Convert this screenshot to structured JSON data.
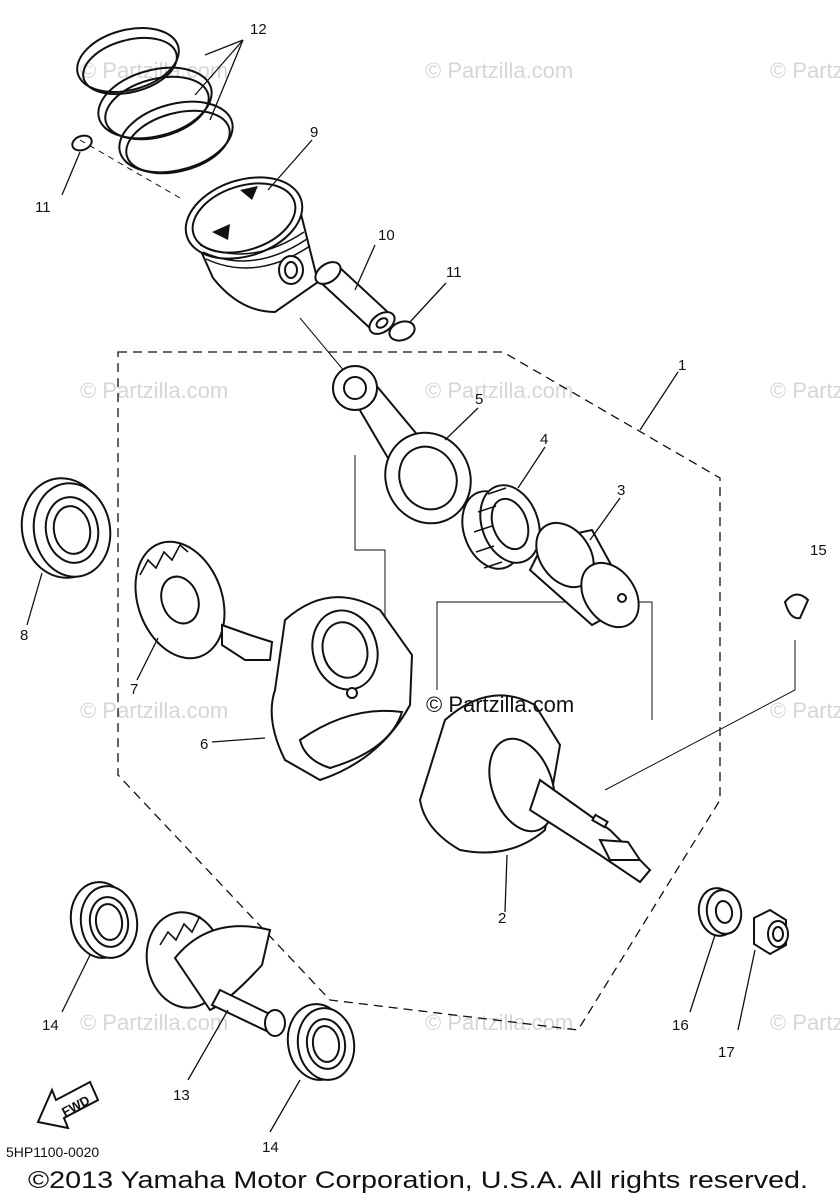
{
  "diagram": {
    "callouts": [
      "1",
      "2",
      "3",
      "4",
      "5",
      "6",
      "7",
      "8",
      "9",
      "10",
      "11",
      "11",
      "12",
      "13",
      "14",
      "14",
      "15",
      "16",
      "17"
    ],
    "watermark": "© Partzilla.com",
    "center_watermark": "© Partzilla.com",
    "fwd_label": "FWD",
    "diagram_code": "5HP1100-0020",
    "copyright": "©2013 Yamaha Motor Corporation, U.S.A. All rights reserved."
  }
}
